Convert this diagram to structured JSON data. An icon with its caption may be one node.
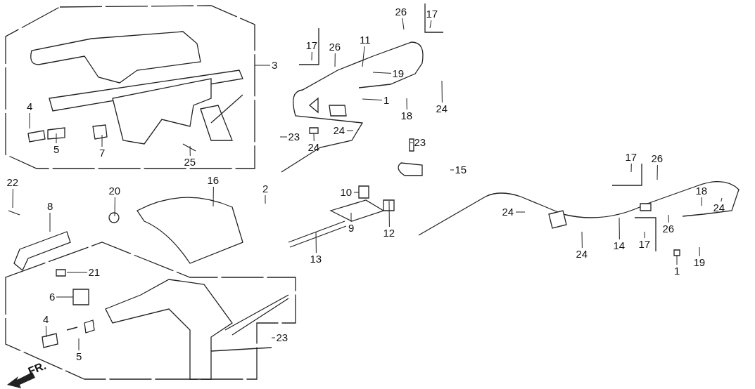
{
  "diagram": {
    "nodes": [
      {
        "text": [
          "3"
        ]
      },
      {
        "text": [
          "4"
        ]
      },
      {
        "text": [
          "5"
        ]
      },
      {
        "text": [
          "7"
        ]
      },
      {
        "text": [
          "25"
        ]
      },
      {
        "text": [
          "23"
        ]
      },
      {
        "text": [
          "17"
        ]
      },
      {
        "text": [
          "26"
        ]
      },
      {
        "text": [
          "11"
        ]
      },
      {
        "text": [
          "19"
        ]
      },
      {
        "text": [
          "1"
        ]
      },
      {
        "text": [
          "18"
        ]
      },
      {
        "text": [
          "24"
        ]
      },
      {
        "text": [
          "24"
        ]
      },
      {
        "text": [
          "24"
        ]
      },
      {
        "text": [
          "23"
        ]
      },
      {
        "text": [
          "15"
        ]
      },
      {
        "text": [
          "26"
        ]
      },
      {
        "text": [
          "17"
        ]
      },
      {
        "text": [
          "17"
        ]
      },
      {
        "text": [
          "26"
        ]
      },
      {
        "text": [
          "22"
        ]
      },
      {
        "text": [
          "8"
        ]
      },
      {
        "text": [
          "20"
        ]
      },
      {
        "text": [
          "16"
        ]
      },
      {
        "text": [
          "10"
        ]
      },
      {
        "text": [
          "12"
        ]
      },
      {
        "text": [
          "9"
        ]
      },
      {
        "text": [
          "13"
        ]
      },
      {
        "text": [
          "14"
        ]
      },
      {
        "text": [
          "24"
        ]
      },
      {
        "text": [
          "24"
        ]
      },
      {
        "text": [
          "18"
        ]
      },
      {
        "text": [
          "24"
        ]
      },
      {
        "text": [
          "17"
        ]
      },
      {
        "text": [
          "26"
        ]
      },
      {
        "text": [
          "1"
        ]
      },
      {
        "text": [
          "19"
        ]
      },
      {
        "text": [
          "2"
        ]
      },
      {
        "text": [
          "21"
        ]
      },
      {
        "text": [
          "6"
        ]
      },
      {
        "text": [
          "4"
        ]
      },
      {
        "text": [
          "5"
        ]
      },
      {
        "text": [
          "23"
        ]
      }
    ],
    "edges": [
      {
        "from": 0,
        "to": null,
        "arrow": "none"
      },
      {
        "from": 1,
        "to": null,
        "arrow": "none"
      },
      {
        "from": 2,
        "to": null,
        "arrow": "none"
      },
      {
        "from": 3,
        "to": null,
        "arrow": "none"
      },
      {
        "from": 4,
        "to": null,
        "arrow": "none"
      },
      {
        "from": 5,
        "to": null,
        "arrow": "none"
      },
      {
        "from": 6,
        "to": null,
        "arrow": "none"
      },
      {
        "from": 7,
        "to": null,
        "arrow": "none"
      },
      {
        "from": 8,
        "to": null,
        "arrow": "none"
      },
      {
        "from": 9,
        "to": null,
        "arrow": "none"
      },
      {
        "from": 10,
        "to": null,
        "arrow": "none"
      },
      {
        "from": 11,
        "to": null,
        "arrow": "none"
      },
      {
        "from": 12,
        "to": null,
        "arrow": "none"
      },
      {
        "from": 13,
        "to": null,
        "arrow": "none"
      },
      {
        "from": 14,
        "to": null,
        "arrow": "none"
      },
      {
        "from": 15,
        "to": null,
        "arrow": "none"
      },
      {
        "from": 16,
        "to": null,
        "arrow": "none"
      },
      {
        "from": 17,
        "to": null,
        "arrow": "none"
      },
      {
        "from": 18,
        "to": null,
        "arrow": "none"
      },
      {
        "from": 19,
        "to": null,
        "arrow": "none"
      },
      {
        "from": 20,
        "to": null,
        "arrow": "none"
      },
      {
        "from": 21,
        "to": null,
        "arrow": "none"
      },
      {
        "from": 22,
        "to": null,
        "arrow": "none"
      },
      {
        "from": 23,
        "to": null,
        "arrow": "none"
      },
      {
        "from": 24,
        "to": null,
        "arrow": "none"
      },
      {
        "from": 25,
        "to": null,
        "arrow": "none"
      },
      {
        "from": 26,
        "to": null,
        "arrow": "none"
      },
      {
        "from": 27,
        "to": null,
        "arrow": "none"
      },
      {
        "from": 28,
        "to": null,
        "arrow": "none"
      },
      {
        "from": 29,
        "to": null,
        "arrow": "none"
      },
      {
        "from": 30,
        "to": null,
        "arrow": "none"
      },
      {
        "from": 31,
        "to": null,
        "arrow": "none"
      },
      {
        "from": 32,
        "to": null,
        "arrow": "none"
      },
      {
        "from": 33,
        "to": null,
        "arrow": "none"
      },
      {
        "from": 34,
        "to": null,
        "arrow": "none"
      },
      {
        "from": 35,
        "to": null,
        "arrow": "none"
      },
      {
        "from": 36,
        "to": null,
        "arrow": "none"
      },
      {
        "from": 37,
        "to": null,
        "arrow": "none"
      },
      {
        "from": 38,
        "to": null,
        "arrow": "none"
      },
      {
        "from": 39,
        "to": null,
        "arrow": "none"
      },
      {
        "from": 40,
        "to": null,
        "arrow": "none"
      },
      {
        "from": 41,
        "to": null,
        "arrow": "none"
      },
      {
        "from": 42,
        "to": null,
        "arrow": "none"
      },
      {
        "from": 43,
        "to": null,
        "arrow": "none"
      }
    ],
    "labels": [
      "FR."
    ]
  }
}
